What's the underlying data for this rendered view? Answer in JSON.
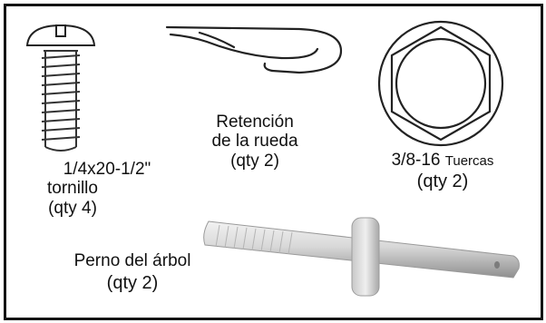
{
  "parts": {
    "screw": {
      "icon": "screw-icon",
      "spec": "1/4x20-1/2\"",
      "name": "tornillo",
      "qty": "(qty 4)"
    },
    "hitch_pin": {
      "icon": "hitch-pin-clip-icon",
      "name_line1": "Retención",
      "name_line2": "de la rueda",
      "qty": "(qty 2)"
    },
    "nut": {
      "icon": "hex-nut-icon",
      "spec": "3/8-16",
      "name": "Tuercas",
      "qty": "(qty 2)"
    },
    "axle_bolt": {
      "icon": "axle-bolt-icon",
      "name": "Perno del árbol",
      "qty": "(qty 2)"
    }
  },
  "colors": {
    "border": "#141414",
    "line": "#222222",
    "metal_light": "#e2e2e2",
    "metal_dark": "#9a9a9a"
  }
}
